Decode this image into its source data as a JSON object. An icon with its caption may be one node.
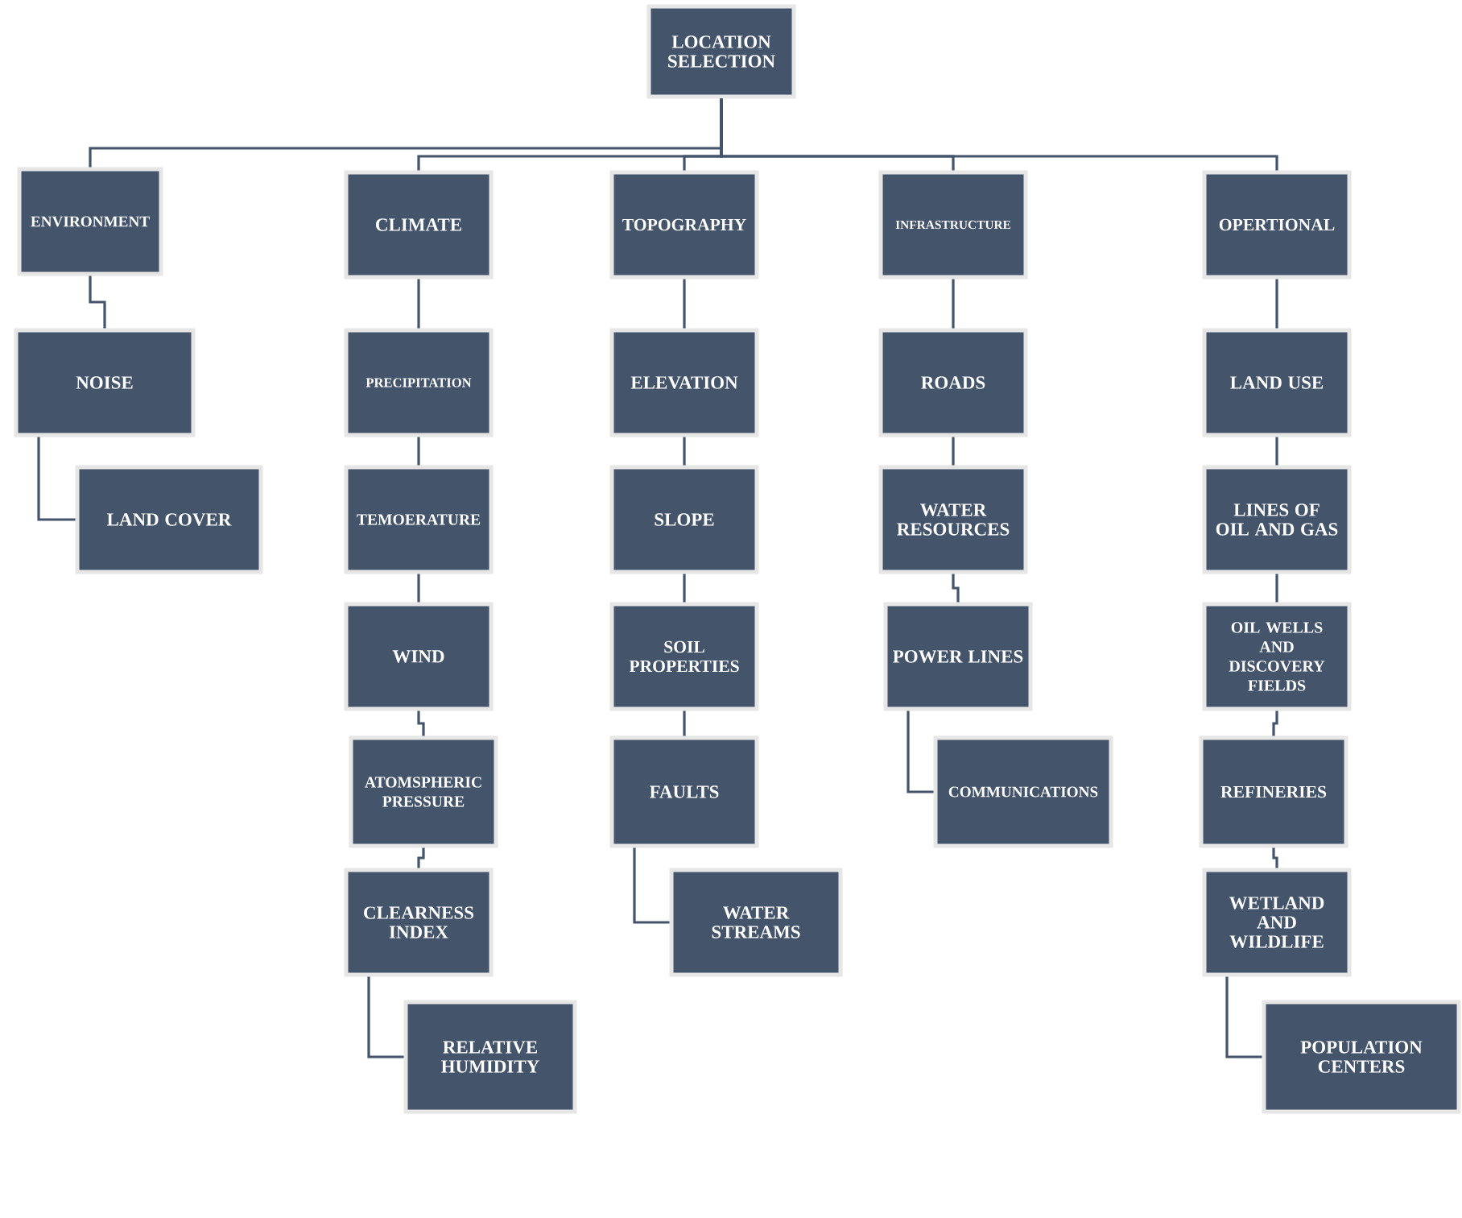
{
  "diagram": {
    "nodes": [
      {
        "text": [
          "LOCATION SELECTION"
        ]
      },
      {
        "text": [
          "ENVIRONMENT"
        ]
      },
      {
        "text": [
          "NOISE"
        ]
      },
      {
        "text": [
          "LAND COVER"
        ]
      },
      {
        "text": [
          "CLIMATE"
        ]
      },
      {
        "text": [
          "PRECIPITATION"
        ]
      },
      {
        "text": [
          "TEMOERATURE"
        ]
      },
      {
        "text": [
          "WIND"
        ]
      },
      {
        "text": [
          "ATOMSPHERIC PRESSURE"
        ]
      },
      {
        "text": [
          "CLEARNESS INDEX"
        ]
      },
      {
        "text": [
          "RELATIVE HUMIDITY"
        ]
      },
      {
        "text": [
          "TOPOGRAPHY"
        ]
      },
      {
        "text": [
          "ELEVATION"
        ]
      },
      {
        "text": [
          "SLOPE"
        ]
      },
      {
        "text": [
          "SOIL PROPERTIES"
        ]
      },
      {
        "text": [
          "FAULTS"
        ]
      },
      {
        "text": [
          "WATER STREAMS"
        ]
      },
      {
        "text": [
          "INFRASTRUCTURE"
        ]
      },
      {
        "text": [
          "ROADS"
        ]
      },
      {
        "text": [
          "WATER RESOURCES"
        ]
      },
      {
        "text": [
          "POWER LINES"
        ]
      },
      {
        "text": [
          "COMMUNICATIONS"
        ]
      },
      {
        "text": [
          "OPERTIONAL"
        ]
      },
      {
        "text": [
          "LAND USE"
        ]
      },
      {
        "text": [
          "LINES OF OIL AND GAS"
        ]
      },
      {
        "text": [
          "OIL WELLS AND DISCOVERY FIELDS"
        ]
      },
      {
        "text": [
          "REFINERIES"
        ]
      },
      {
        "text": [
          "WETLAND AND WILDLIFE"
        ]
      },
      {
        "text": [
          "POPULATION CENTERS"
        ]
      }
    ],
    "edges": [
      {
        "from": 0,
        "to": 1,
        "arrow": "none"
      },
      {
        "from": 0,
        "to": 4,
        "arrow": "none"
      },
      {
        "from": 0,
        "to": 11,
        "arrow": "none"
      },
      {
        "from": 0,
        "to": 17,
        "arrow": "none"
      },
      {
        "from": 0,
        "to": 22,
        "arrow": "none"
      },
      {
        "from": 1,
        "to": 2,
        "arrow": "none"
      },
      {
        "from": 2,
        "to": 3,
        "arrow": "none"
      },
      {
        "from": 4,
        "to": 5,
        "arrow": "none"
      },
      {
        "from": 5,
        "to": 6,
        "arrow": "none"
      },
      {
        "from": 6,
        "to": 7,
        "arrow": "none"
      },
      {
        "from": 7,
        "to": 8,
        "arrow": "none"
      },
      {
        "from": 8,
        "to": 9,
        "arrow": "none"
      },
      {
        "from": 9,
        "to": 10,
        "arrow": "none"
      },
      {
        "from": 11,
        "to": 12,
        "arrow": "none"
      },
      {
        "from": 12,
        "to": 13,
        "arrow": "none"
      },
      {
        "from": 13,
        "to": 14,
        "arrow": "none"
      },
      {
        "from": 14,
        "to": 15,
        "arrow": "none"
      },
      {
        "from": 15,
        "to": 16,
        "arrow": "none"
      },
      {
        "from": 17,
        "to": 18,
        "arrow": "none"
      },
      {
        "from": 18,
        "to": 19,
        "arrow": "none"
      },
      {
        "from": 19,
        "to": 20,
        "arrow": "none"
      },
      {
        "from": 20,
        "to": 21,
        "arrow": "none"
      },
      {
        "from": 22,
        "to": 23,
        "arrow": "none"
      },
      {
        "from": 23,
        "to": 24,
        "arrow": "none"
      },
      {
        "from": 24,
        "to": 25,
        "arrow": "none"
      },
      {
        "from": 25,
        "to": 26,
        "arrow": "none"
      },
      {
        "from": 26,
        "to": 27,
        "arrow": "none"
      },
      {
        "from": 27,
        "to": 28,
        "arrow": "none"
      }
    ]
  }
}
